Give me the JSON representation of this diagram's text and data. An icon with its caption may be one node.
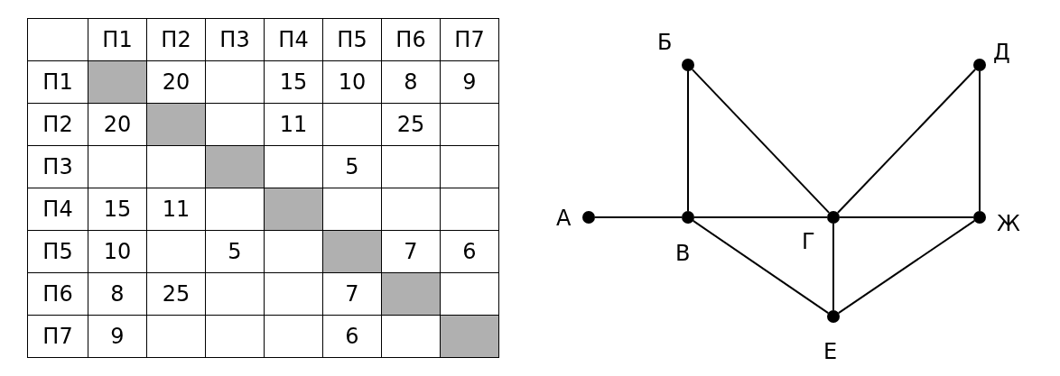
{
  "diagram": {
    "nodes": [
      {
        "text": [],
        "shape": "circle",
        "beside": [
          "Б"
        ]
      },
      {
        "text": [],
        "shape": "circle",
        "beside": [
          "Д"
        ]
      },
      {
        "text": [],
        "shape": "circle",
        "beside": [
          "А"
        ]
      },
      {
        "text": [],
        "shape": "circle",
        "beside": [
          "В"
        ]
      },
      {
        "text": [],
        "shape": "circle",
        "beside": [
          "Г"
        ]
      },
      {
        "text": [],
        "shape": "circle",
        "beside": [
          "Ж"
        ]
      },
      {
        "text": [],
        "shape": "circle",
        "beside": [
          "Е"
        ]
      }
    ],
    "edges": [
      {
        "from": 0,
        "to": 3,
        "arrow": "none"
      },
      {
        "from": 0,
        "to": 4,
        "arrow": "none"
      },
      {
        "from": 1,
        "to": 4,
        "arrow": "none"
      },
      {
        "from": 1,
        "to": 5,
        "arrow": "none"
      },
      {
        "from": 2,
        "to": 3,
        "arrow": "none"
      },
      {
        "from": 3,
        "to": 4,
        "arrow": "none"
      },
      {
        "from": 4,
        "to": 5,
        "arrow": "none"
      },
      {
        "from": 3,
        "to": 6,
        "arrow": "none"
      },
      {
        "from": 4,
        "to": 6,
        "arrow": "none"
      },
      {
        "from": 5,
        "to": 6,
        "arrow": "none"
      }
    ],
    "labels": [
      "П1",
      "П2",
      "П3",
      "П4",
      "П5",
      "П6",
      "П7",
      "П1",
      "20",
      "15",
      "10",
      "8",
      "9",
      "П2",
      "20",
      "11",
      "25",
      "П3",
      "5",
      "П4",
      "15",
      "11",
      "П5",
      "10",
      "5",
      "7",
      "6",
      "П6",
      "8",
      "25",
      "7",
      "П7",
      "9",
      "6"
    ]
  }
}
